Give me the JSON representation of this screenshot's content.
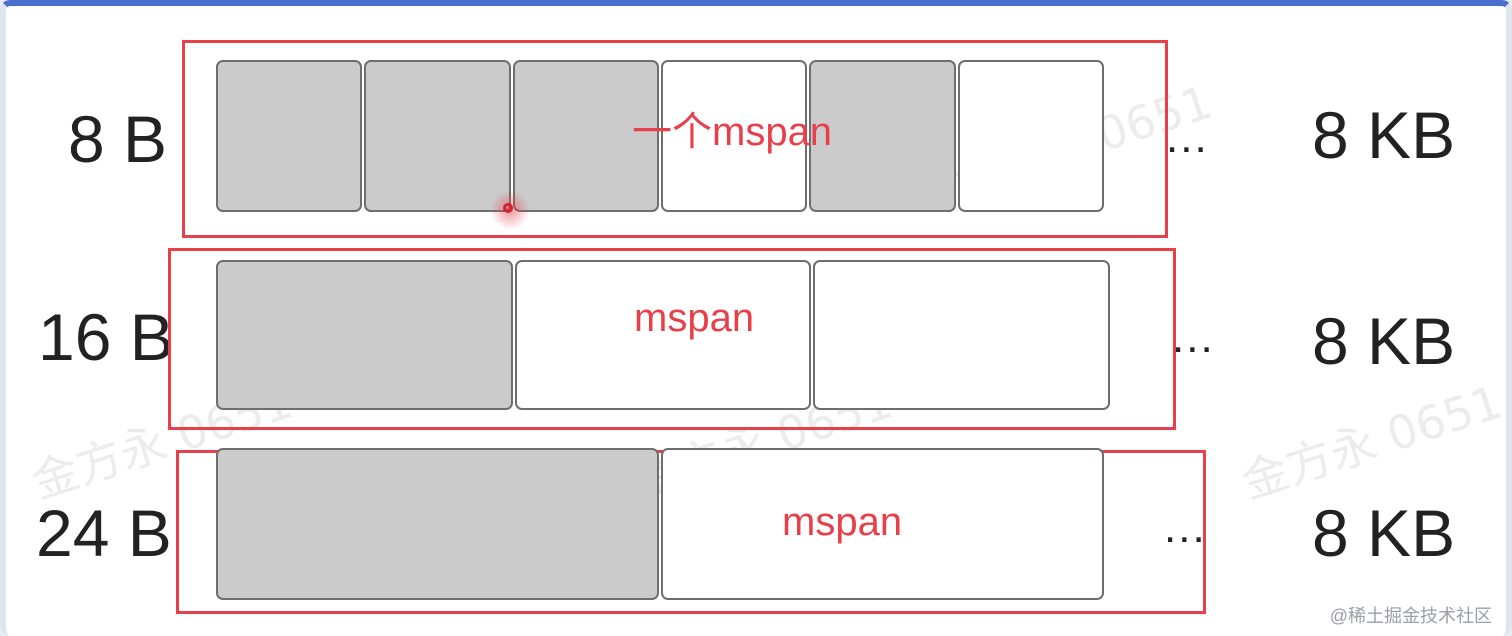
{
  "watermark": "金方永 0651",
  "credit": "@稀土掘金技术社区",
  "rows": [
    {
      "size_label": "8 B",
      "span_label": "一个mspan",
      "dots": "...",
      "kb_label": "8 KB",
      "blocks": [
        "used",
        "used",
        "used",
        "free",
        "used",
        "free"
      ]
    },
    {
      "size_label": "16 B",
      "span_label": "mspan",
      "dots": "...",
      "kb_label": "8 KB",
      "blocks": [
        "used",
        "free",
        "free"
      ]
    },
    {
      "size_label": "24 B",
      "span_label": "mspan",
      "dots": "...",
      "kb_label": "8 KB",
      "blocks": [
        "used",
        "free"
      ]
    }
  ],
  "colors": {
    "highlight_red": "#e8404a",
    "used_block": "#cbcbcb",
    "free_block": "#ffffff",
    "frame_blue": "#4a6fcf"
  }
}
